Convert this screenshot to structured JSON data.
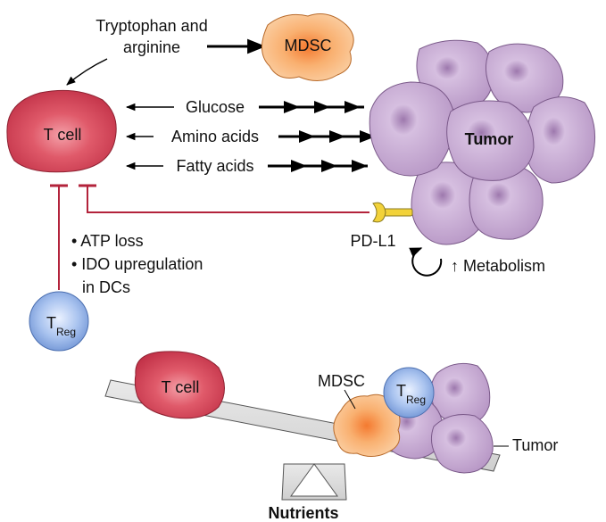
{
  "labels": {
    "tryptophan_line1": "Tryptophan and",
    "tryptophan_line2": "arginine",
    "mdsc_top": "MDSC",
    "t_cell_top": "T cell",
    "glucose": "Glucose",
    "amino_acids": "Amino acids",
    "fatty_acids": "Fatty acids",
    "tumor_top": "Tumor",
    "bullet1": "• ATP loss",
    "bullet2": "• IDO upregulation",
    "bullet3": "in DCs",
    "pdl1": "PD-L1",
    "metabolism": "↑ Metabolism",
    "treg_main": "T",
    "treg_sub": "Reg",
    "t_cell_bottom": "T cell",
    "mdsc_bottom": "MDSC",
    "treg_bottom_main": "T",
    "treg_bottom_sub": "Reg",
    "tumor_bottom": "Tumor",
    "nutrients": "Nutrients"
  },
  "colors": {
    "t_cell": "#d94a5c",
    "mdsc": "#f4a35a",
    "tumor": "#c8acd4",
    "treg": "#8aaee6",
    "inhibit_line": "#b3233b",
    "pdl1": "#f2d23a"
  }
}
